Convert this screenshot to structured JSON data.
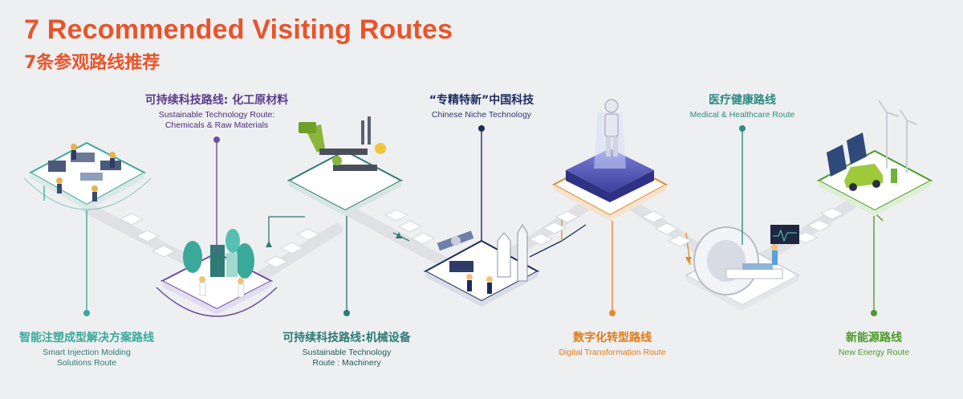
{
  "header": {
    "title": "7 Recommended Visiting Routes",
    "subtitle": "7条参观路线推荐"
  },
  "colors": {
    "title": "#e8542a",
    "smart_injection": "#3aa99a",
    "chemicals": "#6b4fa0",
    "machinery": "#2f7a74",
    "niche": "#1c2b5e",
    "digital": "#e08a2a",
    "medical": "#2f8a83",
    "new_energy": "#4c9a2a",
    "path": "#c9ccd2",
    "tile": "#ffffff"
  },
  "routes": [
    {
      "id": "smart",
      "zh": "智能注塑成型解决方案路线",
      "en_line1": "Smart Injection Molding",
      "en_line2": "Solutions Route",
      "icon": "factory-workers-icon"
    },
    {
      "id": "chemicals",
      "zh": "可持续科技路线: 化工原材料",
      "en_line1": "Sustainable Technology Route:",
      "en_line2": "Chemicals & Raw Materials",
      "icon": "lab-plants-icon"
    },
    {
      "id": "machinery",
      "zh": "可持续科技路线:机械设备",
      "en_line1": "Sustainable Technology",
      "en_line2": "Route : Machinery",
      "icon": "robotic-arm-conveyor-icon"
    },
    {
      "id": "niche",
      "zh": "“专精特新”中国科技",
      "en_line1": "Chinese Niche Technology",
      "en_line2": "",
      "icon": "satellite-rocket-icon"
    },
    {
      "id": "digital",
      "zh": "数字化转型路线",
      "en_line1": "Digital Transformation Route",
      "en_line2": "",
      "icon": "robot-chip-icon"
    },
    {
      "id": "medical",
      "zh": "医疗健康路线",
      "en_line1": "Medical & Healthcare Route",
      "en_line2": "",
      "icon": "mri-scanner-icon"
    },
    {
      "id": "energy",
      "zh": "新能源路线",
      "en_line1": "New Energy Route",
      "en_line2": "",
      "icon": "solar-wind-car-icon"
    }
  ]
}
